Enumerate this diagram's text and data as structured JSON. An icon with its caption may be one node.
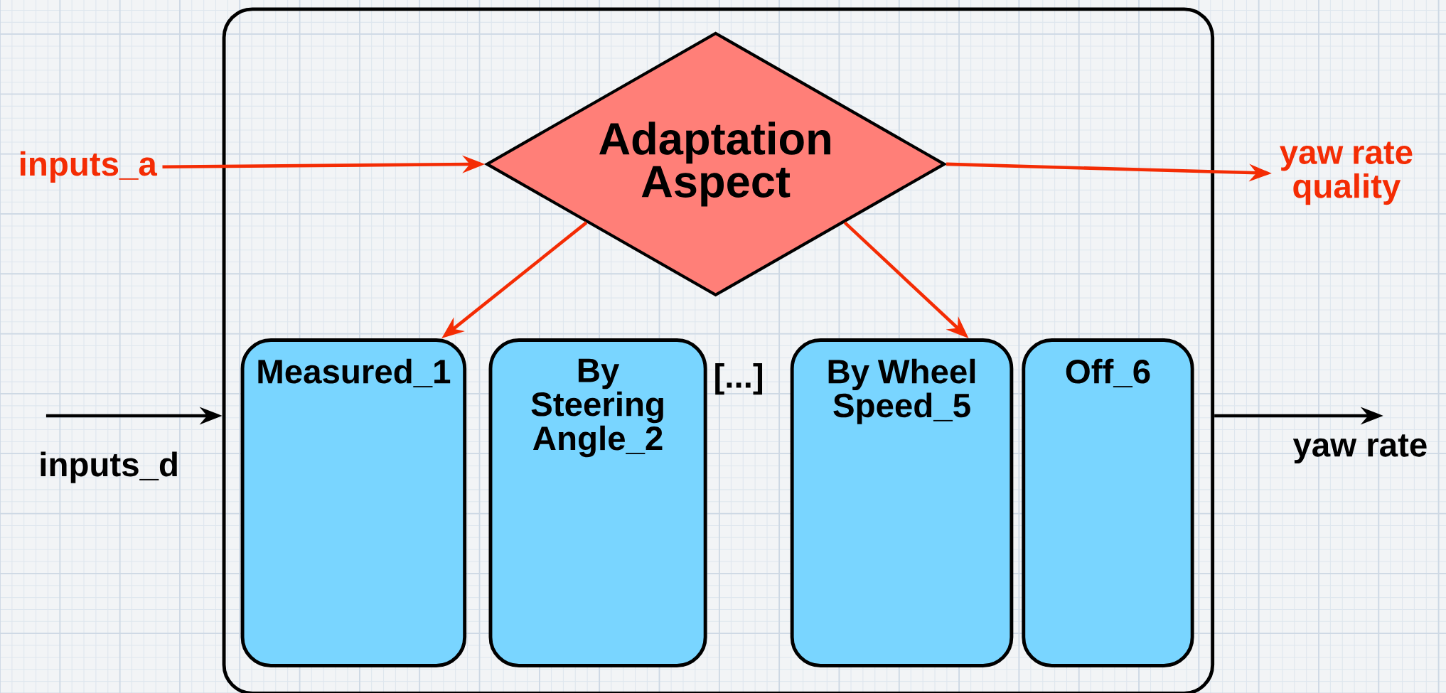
{
  "diagram": {
    "nodes": [
      {
        "text": [],
        "shape": "box"
      },
      {
        "text": [
          "Adaptation Aspect"
        ],
        "in": 0
      },
      {
        "text": [
          "Measured_1"
        ],
        "in": 0
      },
      {
        "text": [
          "By Steering Angle_2"
        ],
        "in": 0
      },
      {
        "text": [
          "By Wheel Speed_5"
        ],
        "in": 0
      },
      {
        "text": [
          "Off_6"
        ],
        "in": 0
      },
      {
        "text": [
          "inputs_a"
        ]
      },
      {
        "text": [
          "yaw rate quality"
        ]
      }
    ],
    "edges": [
      {
        "from": 6,
        "to": 1,
        "arrow": "to"
      },
      {
        "from": 1,
        "to": 7,
        "arrow": "to"
      },
      {
        "from": 1,
        "to": 2,
        "arrow": "to"
      },
      {
        "from": 1,
        "to": 4,
        "arrow": "to"
      },
      {
        "from": null,
        "to": 0,
        "arrow": "to",
        "label": "inputs_d",
        "color": "#000000"
      },
      {
        "from": 0,
        "to": null,
        "arrow": "to",
        "label": "yaw rate",
        "color": "#000000"
      }
    ],
    "labels": [
      "[...]"
    ]
  }
}
